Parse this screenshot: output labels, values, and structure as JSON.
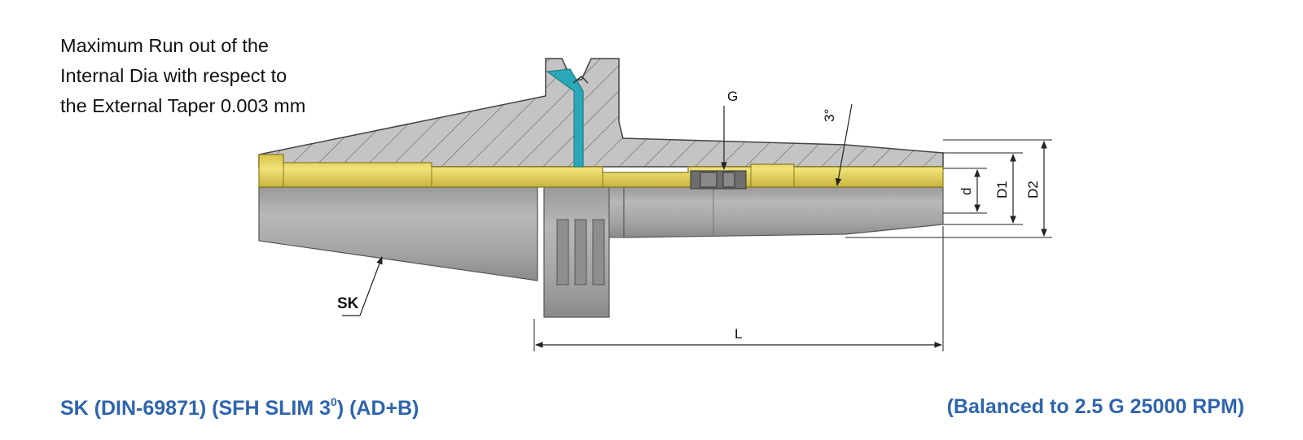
{
  "note": {
    "lines": [
      "Maximum Run out of the",
      "Internal Dia with respect to",
      "the External Taper 0.003 mm"
    ]
  },
  "labels": {
    "G": "G",
    "angle": "3°",
    "d": "d",
    "D1": "D1",
    "D2": "D2",
    "L": "L",
    "SK": "SK"
  },
  "footer": {
    "left_main": "SK (DIN-69871) (SFH SLIM 3",
    "left_sup": "0",
    "left_tail": ") (AD+B)",
    "right": "(Balanced to 2.5 G 25000 RPM)"
  },
  "colors": {
    "body_gray": "#a9a9a9",
    "hatch": "#6b6b6b",
    "brass": "#e3d35a",
    "coolant": "#2aa8b8",
    "footer_text": "#2f64ad"
  }
}
